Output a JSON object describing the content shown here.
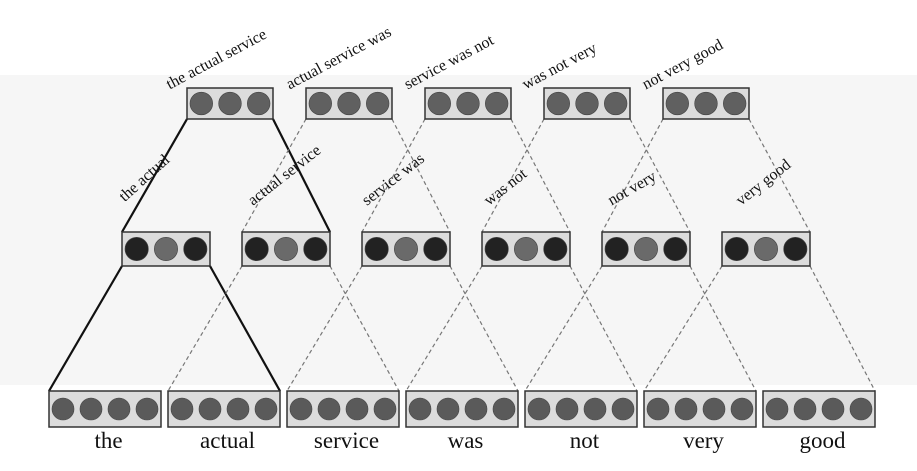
{
  "words": [
    "the",
    "actual",
    "service",
    "was",
    "not",
    "very",
    "good"
  ],
  "bigrams": [
    "the actual",
    "actual service",
    "service was",
    "was not",
    "not very",
    "very good"
  ],
  "trigrams": [
    "the actual service",
    "actual service was",
    "service was not",
    "was not very",
    "not very good"
  ],
  "colors": {
    "word_unit": "#5a5a5a",
    "node_dark": "#222222",
    "node_mid": "#6a6a6a",
    "node_trigram": "#606060",
    "box_fill": "#dcdcdc",
    "box_border": "#333333",
    "line": "#111111",
    "dashed_line": "#777777",
    "faint_band": "#f6f6f6"
  }
}
